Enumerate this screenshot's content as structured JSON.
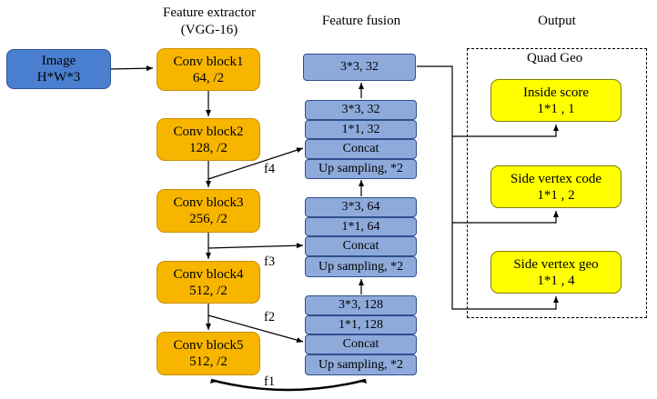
{
  "headers": {
    "extractor_line1": "Feature extractor",
    "extractor_line2": "(VGG-16)",
    "fusion": "Feature fusion",
    "output": "Output"
  },
  "input": {
    "line1": "Image",
    "line2": "H*W*3"
  },
  "extractor": [
    {
      "line1": "Conv block1",
      "line2": "64, /2"
    },
    {
      "line1": "Conv block2",
      "line2": "128, /2"
    },
    {
      "line1": "Conv block3",
      "line2": "256, /2"
    },
    {
      "line1": "Conv block4",
      "line2": "512, /2"
    },
    {
      "line1": "Conv block5",
      "line2": "512, /2"
    }
  ],
  "fusion": {
    "top": "3*3, 32",
    "stage1": [
      "3*3, 32",
      "1*1, 32",
      "Concat",
      "Up sampling, *2"
    ],
    "stage2": [
      "3*3, 64",
      "1*1, 64",
      "Concat",
      "Up sampling, *2"
    ],
    "stage3": [
      "3*3, 128",
      "1*1, 128",
      "Concat",
      "Up sampling, *2"
    ]
  },
  "skip_labels": [
    "f1",
    "f2",
    "f3",
    "f4"
  ],
  "output": {
    "group_title": "Quad Geo",
    "heads": [
      {
        "line1": "Inside score",
        "line2": "1*1 , 1"
      },
      {
        "line1": "Side vertex code",
        "line2": "1*1 , 2"
      },
      {
        "line1": "Side vertex geo",
        "line2": "1*1 , 4"
      }
    ]
  }
}
